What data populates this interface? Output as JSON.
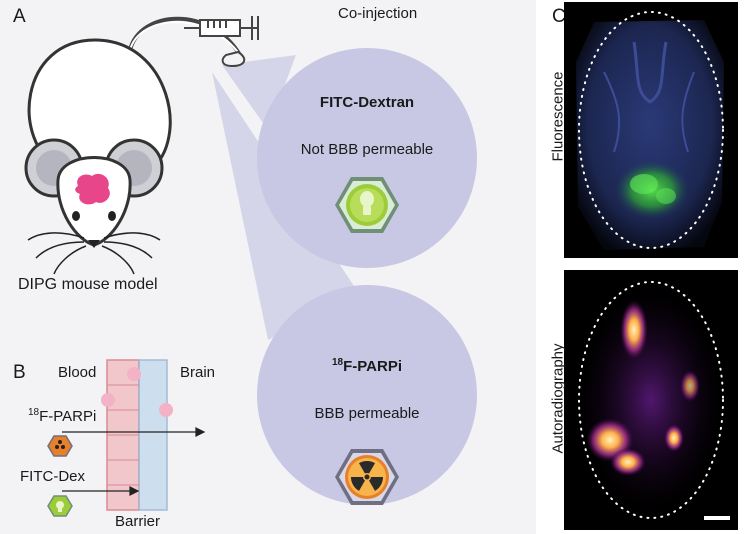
{
  "panels": {
    "a": "A",
    "b": "B",
    "c": "C"
  },
  "panel_a": {
    "mouse_label": "DIPG mouse model",
    "coinjection_label": "Co-injection",
    "circle_top": {
      "title": "FITC-Dextran",
      "subtitle": "Not BBB permeable",
      "icon": "lightbulb-icon"
    },
    "circle_bottom": {
      "title_sup": "18",
      "title_main": "F-PARPi",
      "subtitle": "BBB permeable",
      "icon": "radiation-icon"
    }
  },
  "panel_b": {
    "blood_label": "Blood",
    "brain_label": "Brain",
    "barrier_label": "Barrier",
    "parpi_sup": "18",
    "parpi_main": "F-PARPi",
    "fitc_label": "FITC-Dex"
  },
  "panel_c": {
    "top_label": "Fluorescence",
    "bottom_label": "Autoradiography"
  },
  "colors": {
    "circle_fill": "#c8c8e4",
    "cone_fill": "#d2d2e8",
    "blood_fill": "#f2c7cc",
    "brain_fill": "#c9dcef",
    "tumor": "#e8468a",
    "fluorescence": "#3ecb3e",
    "autorad_hot": "#ffd27a"
  }
}
